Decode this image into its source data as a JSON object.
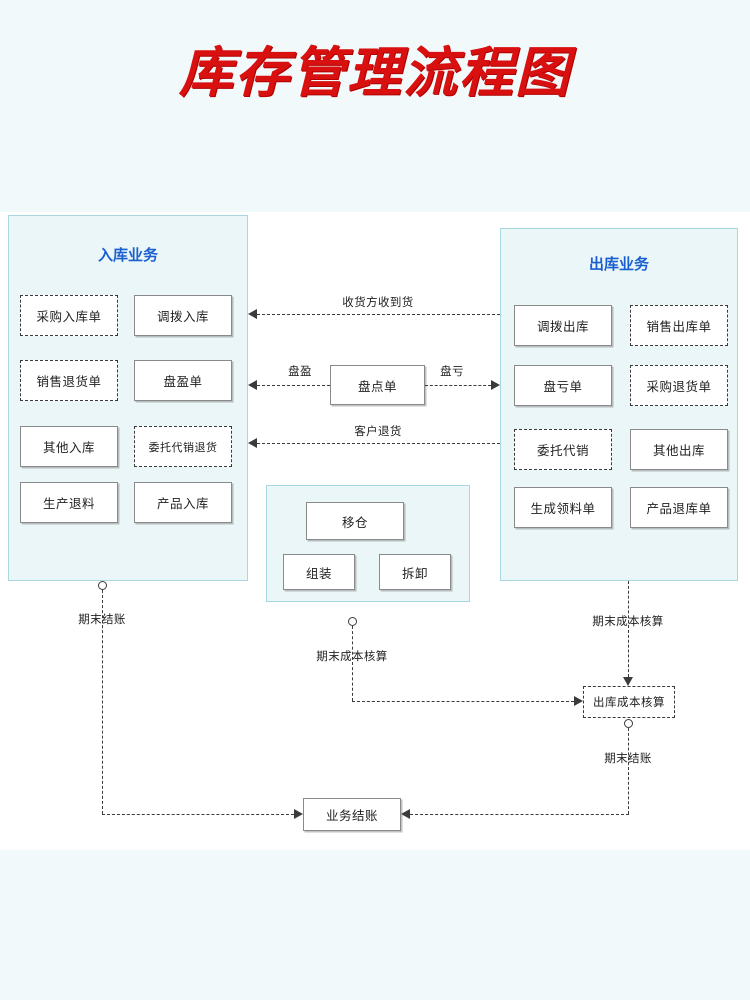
{
  "page": {
    "title": "库存管理流程图",
    "background_color": "#f2f9fb",
    "canvas_color": "#ffffff",
    "title_color": "#d81010",
    "panel_fill": "#eaf6f8",
    "panel_border": "#a9d7de",
    "panel_title_color": "#1a5fd0",
    "connector_color": "#3b3b3b"
  },
  "panels": [
    {
      "id": "inbound",
      "title": "入库业务",
      "nodes": [
        {
          "label": "采购入库单",
          "style": "dashed"
        },
        {
          "label": "调拨入库",
          "style": "solid"
        },
        {
          "label": "销售退货单",
          "style": "dashed"
        },
        {
          "label": "盘盈单",
          "style": "solid"
        },
        {
          "label": "其他入库",
          "style": "solid"
        },
        {
          "label": "委托代销退货",
          "style": "dashed"
        },
        {
          "label": "生产退料",
          "style": "solid"
        },
        {
          "label": "产品入库",
          "style": "solid"
        }
      ]
    },
    {
      "id": "transfer",
      "title": "",
      "nodes": [
        {
          "label": "移仓",
          "style": "solid"
        },
        {
          "label": "组装",
          "style": "solid"
        },
        {
          "label": "拆卸",
          "style": "solid"
        }
      ]
    },
    {
      "id": "outbound",
      "title": "出库业务",
      "nodes": [
        {
          "label": "调拨出库",
          "style": "solid"
        },
        {
          "label": "销售出库单",
          "style": "dashed"
        },
        {
          "label": "盘亏单",
          "style": "solid"
        },
        {
          "label": "采购退货单",
          "style": "dashed"
        },
        {
          "label": "委托代销",
          "style": "dashed"
        },
        {
          "label": "其他出库",
          "style": "solid"
        },
        {
          "label": "生成领料单",
          "style": "solid"
        },
        {
          "label": "产品退库单",
          "style": "solid"
        }
      ]
    }
  ],
  "standalone_nodes": [
    {
      "id": "stocktake",
      "label": "盘点单",
      "style": "solid"
    },
    {
      "id": "out_cost",
      "label": "出库成本核算",
      "style": "dashed"
    },
    {
      "id": "biz_close",
      "label": "业务结账",
      "style": "solid"
    }
  ],
  "edge_labels": {
    "receiver_received": "收货方收到货",
    "gain": "盘盈",
    "loss": "盘亏",
    "customer_return": "客户退货",
    "period_close_left": "期末结账",
    "period_cost_center": "期末成本核算",
    "period_cost_right": "期末成本核算",
    "period_close_right": "期末结账"
  }
}
